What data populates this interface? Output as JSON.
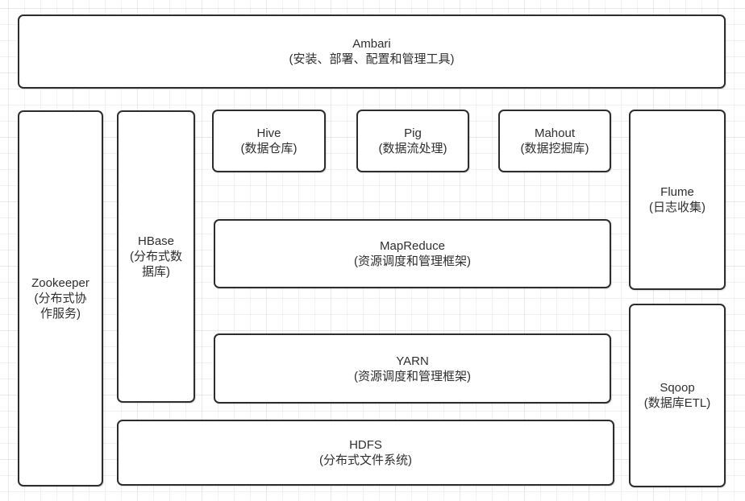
{
  "nodes": {
    "ambari": {
      "name": "Ambari",
      "desc": "(安装、部署、配置和管理工具)"
    },
    "zookeeper": {
      "name": "Zookeeper",
      "desc": "(分布式协作服务)"
    },
    "hbase": {
      "name": "HBase",
      "desc": "(分布式数据库)"
    },
    "hive": {
      "name": "Hive",
      "desc": "(数据仓库)"
    },
    "pig": {
      "name": "Pig",
      "desc": "(数据流处理)"
    },
    "mahout": {
      "name": "Mahout",
      "desc": "(数据挖掘库)"
    },
    "flume": {
      "name": "Flume",
      "desc": "(日志收集)"
    },
    "mapreduce": {
      "name": "MapReduce",
      "desc": "(资源调度和管理框架)"
    },
    "yarn": {
      "name": "YARN",
      "desc": "(资源调度和管理框架)"
    },
    "hdfs": {
      "name": "HDFS",
      "desc": "(分布式文件系统)"
    },
    "sqoop": {
      "name": "Sqoop",
      "desc": "(数据库ETL)"
    }
  },
  "colors": {
    "background": "#ffffff",
    "node_fill": "#ffffff",
    "border": "#2d2d2d",
    "text": "#2f2f2f",
    "grid_minor": "#f1f1f2",
    "grid_major": "#e7e7ea"
  }
}
